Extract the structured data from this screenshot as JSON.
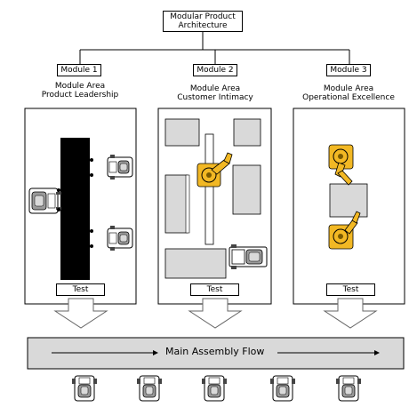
{
  "root": {
    "line1": "Modular Product",
    "line2": "Architecture"
  },
  "modules": [
    {
      "tag": "Module 1",
      "area": "Module Area",
      "focus": "Product Leadership",
      "test": "Test"
    },
    {
      "tag": "Module 2",
      "area": "Module Area",
      "focus": "Customer Intimacy",
      "test": "Test"
    },
    {
      "tag": "Module 3",
      "area": "Module Area",
      "focus": "Operational Excellence",
      "test": "Test"
    }
  ],
  "flow": {
    "label": "Main Assembly Flow"
  },
  "colors": {
    "line": "#000000",
    "panel": "#d9d9d9",
    "robot": "#f2b824",
    "belt": "#000000"
  }
}
